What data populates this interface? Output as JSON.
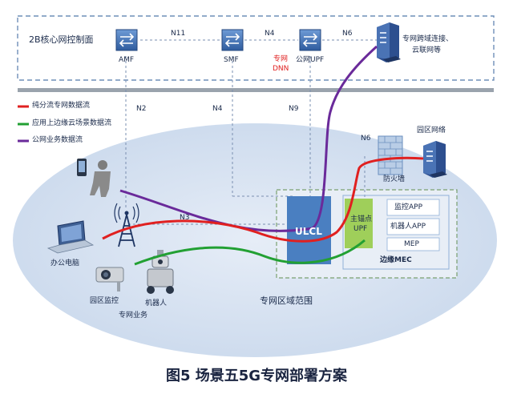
{
  "control_plane": {
    "title": "2B核心网控制面",
    "nodes": {
      "amf": "AMF",
      "smf": "SMF",
      "upf_public": "公网UPF"
    },
    "iface": {
      "n11": "N11",
      "n4_top": "N4",
      "n6_top": "N6"
    },
    "dnn_tag": [
      "专网",
      "DNN"
    ],
    "internet_server_label": [
      "专网跨域连接、",
      "云联网等"
    ]
  },
  "legend": [
    {
      "label": "纯分流专网数据流",
      "color": "#e02020"
    },
    {
      "label": "应用上边缘云场景数据流",
      "color": "#22a033"
    },
    {
      "label": "公网业务数据流",
      "color": "#6a2a9a"
    }
  ],
  "interfaces": {
    "n2": "N2",
    "n4": "N4",
    "n9": "N9",
    "n3": "N3",
    "n6": "N6"
  },
  "campus": {
    "network_label": "园区网络",
    "firewall_label": "防火墙",
    "private_region_label": "专网区域范围",
    "ulcl_label": "ULCL",
    "anchor_upf_label": [
      "主锚点",
      "UPF"
    ],
    "mec_apps": [
      "监控APP",
      "机器人APP",
      "MEP"
    ],
    "edge_mec_label": "边缘MEC",
    "devices": {
      "office_pc": "办公电脑",
      "camera": "园区监控",
      "robot": "机器人"
    },
    "private_service_label": "专网业务"
  },
  "caption": "图5  场景五5G专网部署方案",
  "colors": {
    "ellipse": "#d9e4f2",
    "ulcl_box": "#4a7fc1",
    "upf_box": "#9fcf5a",
    "mec_bg": "#dfe9f5",
    "app_bg": "#ffffff",
    "red_flow": "#e02020",
    "green_flow": "#22a033",
    "purple_flow": "#6a2a9a",
    "switch": "#3d6fb5",
    "server": "#2d4f8f"
  }
}
